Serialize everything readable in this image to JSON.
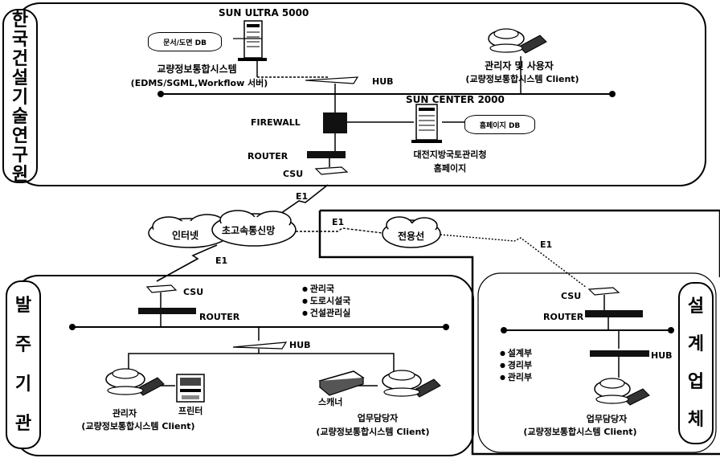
{
  "top": {
    "org_label": [
      "한",
      "국",
      "건",
      "설",
      "기",
      "술",
      "연",
      "구",
      "원"
    ],
    "server_title": "SUN ULTRA 5000",
    "db1": "문서/도면 DB",
    "system_name": "교량정보통합시스템",
    "system_detail": "(EDMS/SGML,Workflow 서버)",
    "admin_user": "관리자  및 사용자",
    "admin_user_sub": "(교량정보통합시스템 Client)",
    "hub": "HUB",
    "sun_center": "SUN CENTER 2000",
    "firewall": "FIREWALL",
    "homepage_db": "홈페이지 DB",
    "router": "ROUTER",
    "csu": "CSU",
    "daejeon_line1": "대전지방국토관리청",
    "daejeon_line2": "홈페이지"
  },
  "network": {
    "e1_top": "E1",
    "internet": "인터넷",
    "highspeed": "초고속통신망",
    "e1_mid": "E1",
    "dedicated": "전용선",
    "e1_right": "E1",
    "e1_left": "E1"
  },
  "left": {
    "org_label": [
      "발",
      "주",
      "기",
      "관"
    ],
    "csu": "CSU",
    "router": "ROUTER",
    "hub": "HUB",
    "departments": [
      "관리국",
      "도로시설국",
      "건설관리실"
    ],
    "admin": "관리자",
    "admin_sub": "(교량정보통합시스템 Client)",
    "printer": "프린터",
    "scanner": "스캐너",
    "staff": "업무담당자",
    "staff_sub": "(교량정보통합시스템 Client)"
  },
  "right": {
    "org_label": [
      "설",
      "계",
      "업",
      "체"
    ],
    "csu": "CSU",
    "router": "ROUTER",
    "hub": "HUB",
    "departments": [
      "설계부",
      "경리부",
      "관리부"
    ],
    "staff": "업무담당자",
    "staff_sub": "(교량정보통합시스템 Client)"
  }
}
